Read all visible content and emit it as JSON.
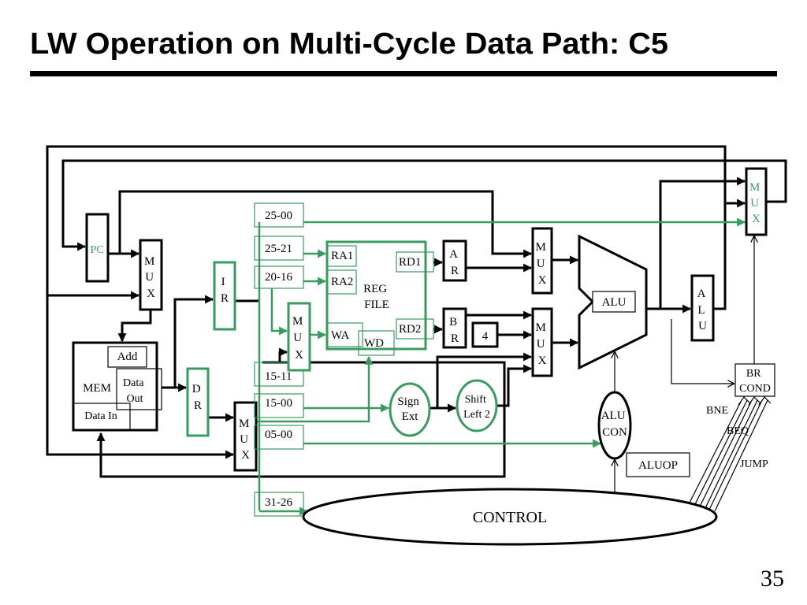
{
  "slide": {
    "title": "LW Operation on Multi-Cycle Data Path: C5",
    "page_number": "35"
  },
  "colors": {
    "highlight": "#3a9a5f",
    "wire": "#000000"
  },
  "diagram": {
    "pc": "PC",
    "mux": [
      "M",
      "U",
      "X"
    ],
    "ir": [
      "I",
      "R"
    ],
    "dr": [
      "D",
      "R"
    ],
    "memory": {
      "label": "MEM",
      "add": "Add",
      "data_out": [
        "Data",
        "Out"
      ],
      "data_in": "Data In"
    },
    "ir_fields": [
      "25-00",
      "25-21",
      "20-16",
      "15-11",
      "15-00",
      "05-00",
      "31-26"
    ],
    "register_file": {
      "ra1": "RA1",
      "ra2": "RA2",
      "label": [
        "REG",
        "FILE"
      ],
      "wa": "WA",
      "wd": "WD",
      "rd1": "RD1",
      "rd2": "RD2"
    },
    "a_register": [
      "A",
      "R"
    ],
    "b_register": [
      "B",
      "R"
    ],
    "constant_four": "4",
    "alu": "ALU",
    "alu_out_register": [
      "A",
      "L",
      "U"
    ],
    "branch_condition": [
      "BR",
      "COND"
    ],
    "sign_extend": [
      "Sign",
      "Ext"
    ],
    "shift_left": [
      "Shift",
      "Left 2"
    ],
    "alu_control": [
      "ALU",
      "CON"
    ],
    "aluop": "ALUOP",
    "control": "CONTROL",
    "branch_signals": {
      "bne": "BNE",
      "beq": "BEQ",
      "jump": "JUMP"
    }
  }
}
